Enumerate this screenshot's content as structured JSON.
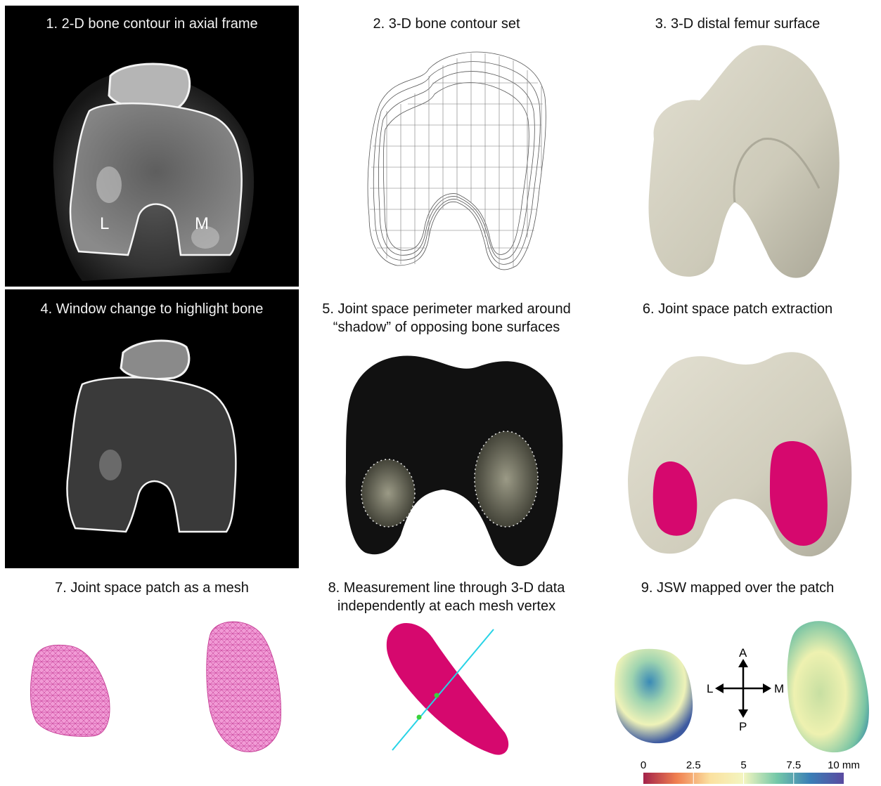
{
  "panels": [
    {
      "title": "1. 2-D bone contour in axial frame",
      "labels": {
        "left": "L",
        "right": "M"
      }
    },
    {
      "title": "2. 3-D bone contour set"
    },
    {
      "title": "3. 3-D distal femur surface"
    },
    {
      "title": "4. Window change to highlight bone"
    },
    {
      "title_line1": "5. Joint space perimeter marked around",
      "title_line2": "“shadow” of opposing bone surfaces"
    },
    {
      "title": "6. Joint space patch extraction"
    },
    {
      "title": "7. Joint space patch as a mesh"
    },
    {
      "title_line1": "8. Measurement line through 3-D data",
      "title_line2": "independently at each mesh vertex"
    },
    {
      "title": "9. JSW mapped over the patch",
      "compass": {
        "up": "A",
        "down": "P",
        "left": "L",
        "right": "M"
      },
      "colorbar": {
        "ticks": [
          "0",
          "2.5",
          "5",
          "7.5",
          "10 mm"
        ],
        "colors": [
          "#a3224a",
          "#f08050",
          "#fbe1a0",
          "#f3f5c0",
          "#74c8a8",
          "#3a7eb6",
          "#5a4aa0"
        ]
      }
    }
  ],
  "colors": {
    "patch": "#d6086e",
    "bone": "#d6d3c4",
    "mesh": "#e86bbf",
    "line": "#27d3e6",
    "point": "#3ad23a"
  }
}
